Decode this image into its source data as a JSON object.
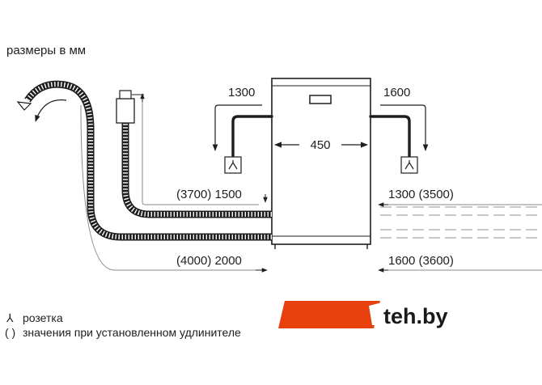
{
  "header": {
    "units_label": "размеры в мм"
  },
  "dimensions": {
    "left_top": "1300",
    "right_top": "1600",
    "width": "450",
    "left_mid": "(3700) 1500",
    "right_mid": "1300 (3500)",
    "left_bottom": "(4000) 2000",
    "right_bottom": "1600 (3600)"
  },
  "legend": {
    "socket_symbol": "⅄",
    "socket_label": "розетка",
    "extension_symbol": "( )",
    "extension_label": "значения при установленном удлинителе"
  },
  "watermark": {
    "text": "teh.by",
    "accent": "#e8400c"
  },
  "colors": {
    "line": "#1e1e1e",
    "dash": "#b5b5b5",
    "thin": "#8a8a8a"
  }
}
